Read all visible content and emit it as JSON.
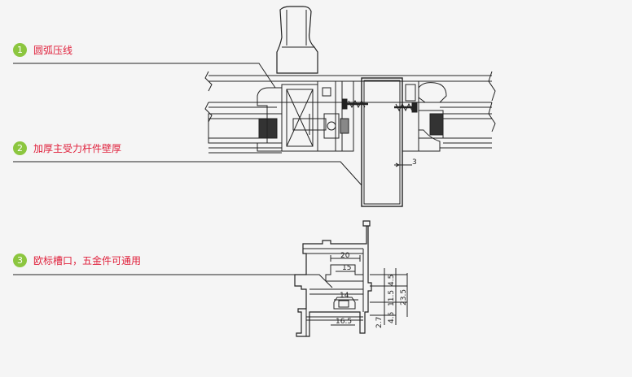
{
  "callouts": [
    {
      "number": "1",
      "text": "圆弧压线"
    },
    {
      "number": "2",
      "text": "加厚主受力杆件壁厚"
    },
    {
      "number": "3",
      "text": "欧标槽口，五金件可通用"
    }
  ],
  "dimensions": {
    "wall_thickness": "3",
    "d20": "20",
    "d15": "15",
    "d14": "14",
    "d16_5": "16.5",
    "d4_5_top": "4.5",
    "d11_5": "11.5",
    "d23_5": "23.5",
    "d4_5_bottom": "4.5",
    "d2_7": "2.7"
  }
}
